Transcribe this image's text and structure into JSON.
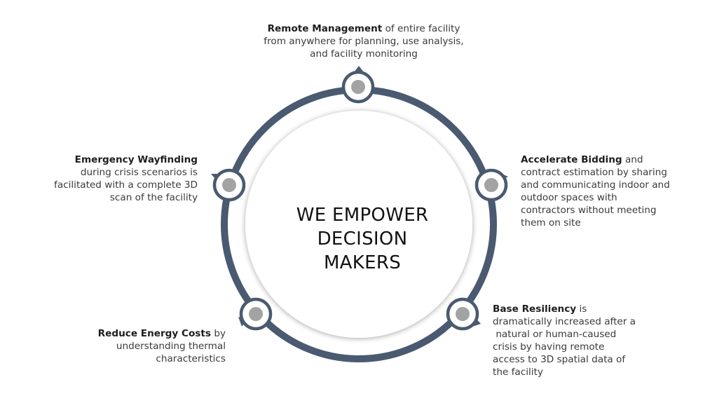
{
  "diagram": {
    "center_title_lines": [
      "WE EMPOWER",
      "DECISION",
      "MAKERS"
    ],
    "colors": {
      "ring": "#4a5a70",
      "inner_circle": "#ffffff",
      "node_fill": "#a3a3a3",
      "node_border": "#4a5a70",
      "text": "#3a3a3a"
    },
    "callouts": {
      "top": {
        "heading": "Remote Management",
        "lines": [
          " of entire facility",
          "from anywhere for planning, use analysis,",
          "and facility monitoring"
        ]
      },
      "right": {
        "heading": "Accelerate Bidding",
        "lines": [
          " and",
          "contract estimation by sharing",
          "and communicating indoor and",
          "outdoor spaces with",
          "contractors without meeting",
          "them on site"
        ]
      },
      "bottom_right": {
        "heading": "Base Resiliency",
        "lines": [
          " is",
          "dramatically increased after a",
          " natural or human-caused",
          "crisis by having remote",
          "access to 3D spatial data of",
          "the facility"
        ]
      },
      "bottom_left": {
        "heading": "Reduce Energy Costs",
        "lines": [
          " by",
          "understanding thermal",
          "characteristics"
        ]
      },
      "left": {
        "heading": "Emergency Wayfinding",
        "lines": [
          "during crisis scenarios is",
          "facilitated with a complete 3D",
          "scan of the facility"
        ]
      }
    }
  }
}
